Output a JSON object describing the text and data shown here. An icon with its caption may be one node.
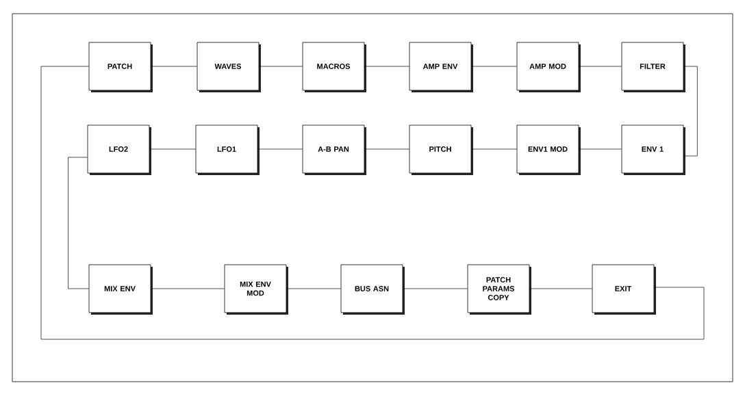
{
  "diagram": {
    "nodes": [
      {
        "text": [
          "PATCH"
        ]
      },
      {
        "text": [
          "WAVES"
        ]
      },
      {
        "text": [
          "MACROS"
        ]
      },
      {
        "text": [
          "AMP ENV"
        ]
      },
      {
        "text": [
          "AMP MOD"
        ]
      },
      {
        "text": [
          "FILTER"
        ]
      },
      {
        "text": [
          "LFO2"
        ]
      },
      {
        "text": [
          "LFO1"
        ]
      },
      {
        "text": [
          "A-B PAN"
        ]
      },
      {
        "text": [
          "PITCH"
        ]
      },
      {
        "text": [
          "ENV1 MOD"
        ]
      },
      {
        "text": [
          "ENV 1"
        ]
      },
      {
        "text": [
          "MIX ENV"
        ]
      },
      {
        "text": [
          "MIX ENV MOD"
        ]
      },
      {
        "text": [
          "BUS ASN"
        ]
      },
      {
        "text": [
          "PATCH PARAMS COPY"
        ]
      },
      {
        "text": [
          "EXIT"
        ]
      }
    ],
    "edges": [
      {
        "from": 0,
        "to": 1,
        "arrow": "none"
      },
      {
        "from": 1,
        "to": 2,
        "arrow": "none"
      },
      {
        "from": 2,
        "to": 3,
        "arrow": "none"
      },
      {
        "from": 3,
        "to": 4,
        "arrow": "none"
      },
      {
        "from": 4,
        "to": 5,
        "arrow": "none"
      },
      {
        "from": 5,
        "to": 11,
        "arrow": "none"
      },
      {
        "from": 11,
        "to": 10,
        "arrow": "none"
      },
      {
        "from": 10,
        "to": 9,
        "arrow": "none"
      },
      {
        "from": 9,
        "to": 8,
        "arrow": "none"
      },
      {
        "from": 8,
        "to": 7,
        "arrow": "none"
      },
      {
        "from": 7,
        "to": 6,
        "arrow": "none"
      },
      {
        "from": 6,
        "to": 12,
        "arrow": "none"
      },
      {
        "from": 12,
        "to": 13,
        "arrow": "none"
      },
      {
        "from": 13,
        "to": 14,
        "arrow": "none"
      },
      {
        "from": 14,
        "to": 15,
        "arrow": "none"
      },
      {
        "from": 15,
        "to": 16,
        "arrow": "none"
      },
      {
        "from": 16,
        "to": 0,
        "arrow": "none"
      }
    ]
  }
}
